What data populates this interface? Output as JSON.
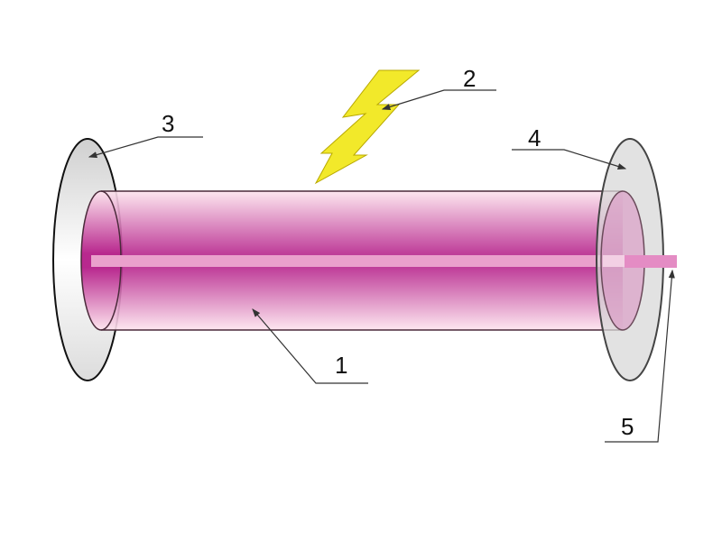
{
  "labels": {
    "tube": "1",
    "pump": "2",
    "mirror_rear": "3",
    "mirror_output": "4",
    "beam": "5"
  },
  "colors": {
    "tube_dark": "#b8288e",
    "tube_light": "#fbd6e6",
    "mirror": "#d8d8d8",
    "beam": "#e48cc4",
    "bolt": "#f2e92a"
  }
}
